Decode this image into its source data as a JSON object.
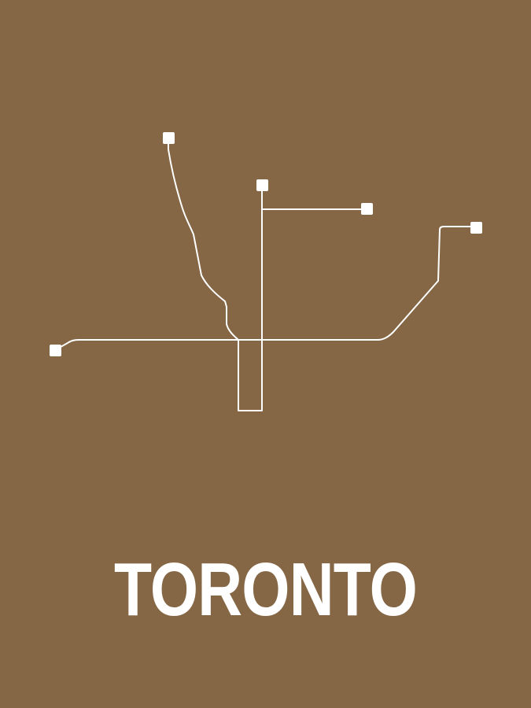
{
  "poster": {
    "title": "TORONTO",
    "background_color": "#856745",
    "line_color": "#ffffff"
  },
  "map": {
    "lines": [
      "yonge-university-line",
      "sheppard-line",
      "bloor-danforth-line"
    ],
    "terminals": [
      "terminal-west",
      "terminal-northwest",
      "terminal-north",
      "terminal-sheppard-east",
      "terminal-east"
    ]
  }
}
